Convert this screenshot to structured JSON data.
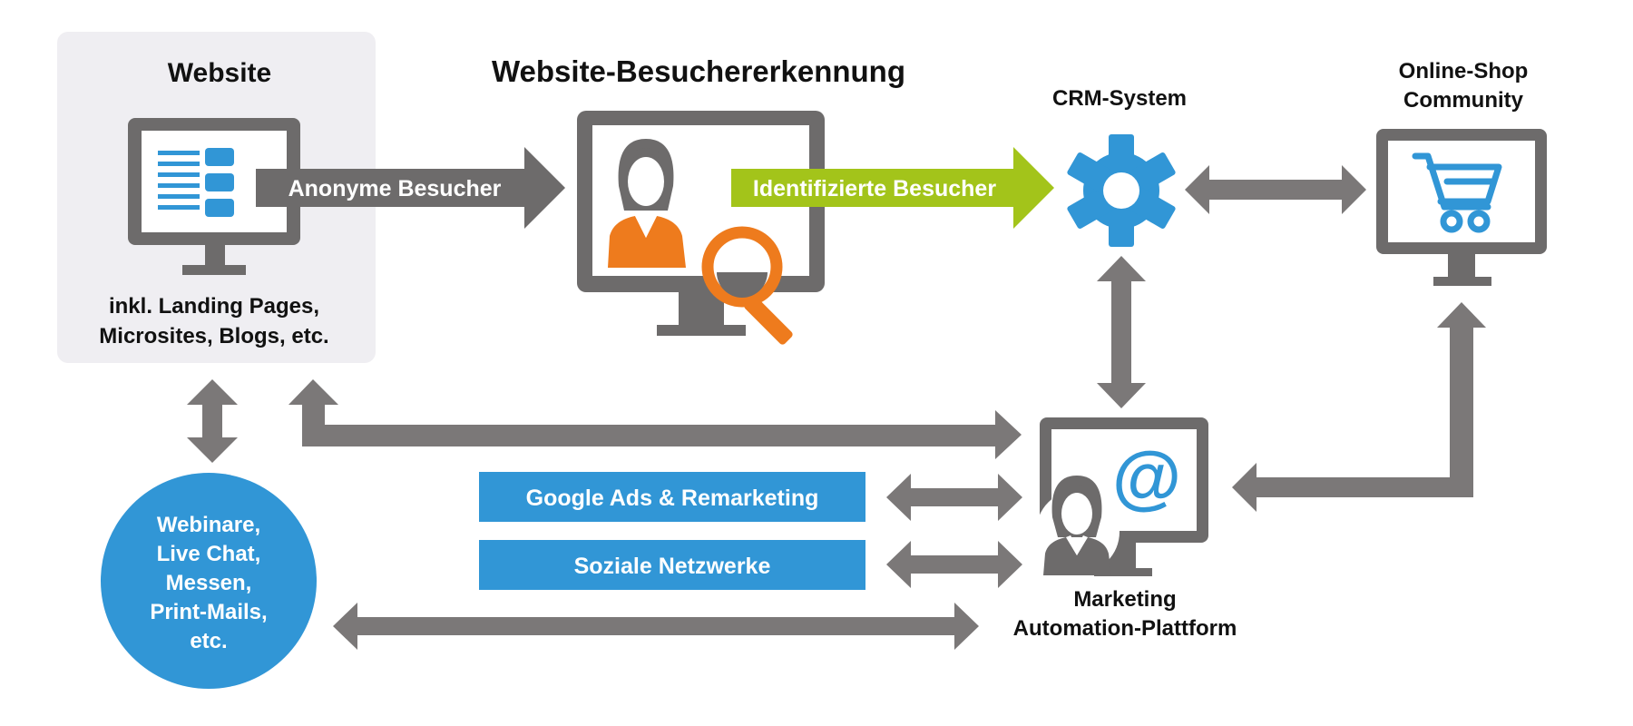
{
  "website": {
    "title": "Website",
    "caption_line1": "inkl. Landing Pages,",
    "caption_line2": "Microsites, Blogs, etc."
  },
  "visitor_recognition": {
    "title": "Website-Besuchererkennung"
  },
  "crm": {
    "title": "CRM-System"
  },
  "shop": {
    "title_line1": "Online-Shop",
    "title_line2": "Community"
  },
  "flows": {
    "anonymous": "Anonyme Besucher",
    "identified": "Identifizierte Besucher"
  },
  "channels": [
    "Google Ads & Remarketing",
    "Soziale Netzwerke"
  ],
  "offline": {
    "lines": [
      "Webinare,",
      "Live Chat,",
      "Messen,",
      "Print-Mails,",
      "etc."
    ]
  },
  "marketing_automation": {
    "title_line1": "Marketing",
    "title_line2": "Automation-Plattform"
  },
  "colors": {
    "grey": "#7b7878",
    "monitor": "#6d6b6b",
    "blue": "#3196d6",
    "green": "#a3c41a",
    "orange": "#ee7b1d",
    "panel": "#efeef2"
  },
  "icons": [
    "document-list-icon",
    "user-search-icon",
    "gear-icon",
    "shopping-cart-icon",
    "at-sign-icon",
    "user-icon"
  ]
}
